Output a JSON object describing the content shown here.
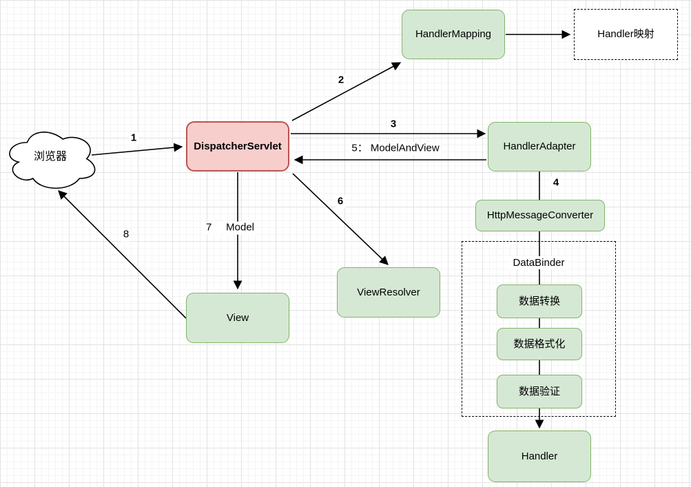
{
  "nodes": {
    "browser": "浏览器",
    "dispatcher_servlet": "DispatcherServlet",
    "handler_mapping": "HandlerMapping",
    "handler_mapping_target": "Handler映射",
    "handler_adapter": "HandlerAdapter",
    "http_message_converter": "HttpMessageConverter",
    "data_binder": "DataBinder",
    "data_conversion": "数据转换",
    "data_formatting": "数据格式化",
    "data_validation": "数据验证",
    "handler": "Handler",
    "view_resolver": "ViewResolver",
    "view": "View"
  },
  "edge_labels": {
    "step_1": "1",
    "step_2": "2",
    "step_3": "3",
    "step_4": "4",
    "step_5": "5： ModelAndView",
    "step_6": "6",
    "step_7": "7     Model",
    "step_8": "8"
  },
  "colors": {
    "node_fill_green": "#d5e8d4",
    "node_border_green": "#82b366",
    "node_fill_red": "#f8cecc",
    "node_border_red": "#b85450",
    "edge_color": "#000000",
    "grid_minor": "#f4f4f4",
    "grid_major": "#e2e2e2"
  }
}
